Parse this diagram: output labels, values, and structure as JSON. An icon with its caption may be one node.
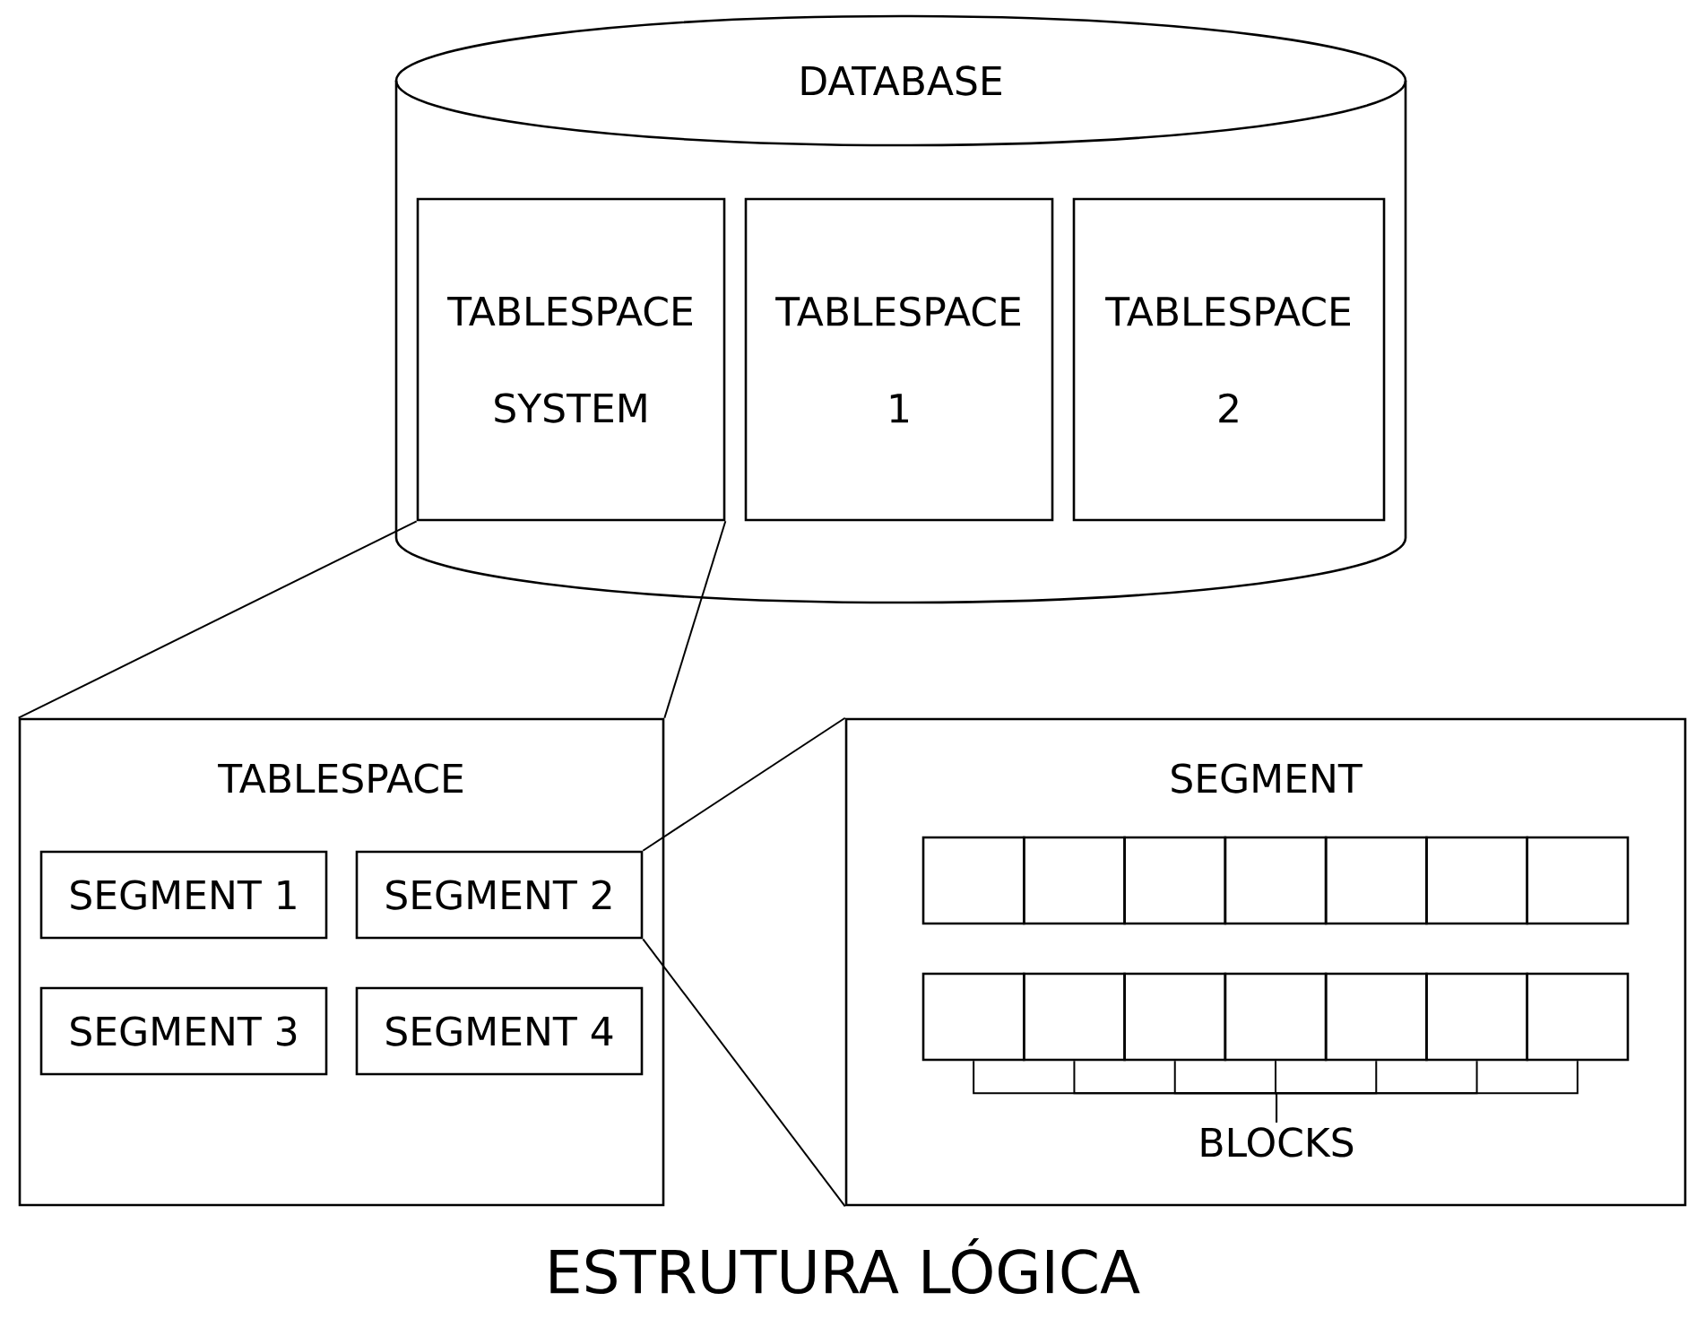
{
  "diagram": {
    "caption": "ESTRUTURA LÓGICA",
    "nodes": [
      {
        "text": [
          "DATABASE"
        ]
      },
      {
        "text": [
          "TABLESPACE SYSTEM"
        ],
        "in": 0
      },
      {
        "text": [
          "TABLESPACE 1"
        ],
        "in": 0
      },
      {
        "text": [
          "TABLESPACE 2"
        ],
        "in": 0
      },
      {
        "text": [
          "TABLESPACE"
        ]
      },
      {
        "text": [
          "SEGMENT 1"
        ],
        "in": 4
      },
      {
        "text": [
          "SEGMENT 2"
        ],
        "in": 4
      },
      {
        "text": [
          "SEGMENT 3"
        ],
        "in": 4
      },
      {
        "text": [
          "SEGMENT 4"
        ],
        "in": 4
      },
      {
        "text": [
          "SEGMENT"
        ]
      },
      {
        "text": [],
        "shape": "box",
        "in": 9
      },
      {
        "text": [],
        "shape": "box",
        "in": 9
      },
      {
        "text": [],
        "shape": "box",
        "in": 9
      },
      {
        "text": [],
        "shape": "box",
        "in": 9
      },
      {
        "text": [],
        "shape": "box",
        "in": 9
      },
      {
        "text": [],
        "shape": "box",
        "in": 9
      },
      {
        "text": [],
        "shape": "box",
        "in": 9
      },
      {
        "text": [],
        "shape": "box",
        "in": 9
      },
      {
        "text": [],
        "shape": "box",
        "in": 9
      },
      {
        "text": [],
        "shape": "box",
        "in": 9
      },
      {
        "text": [],
        "shape": "box",
        "in": 9
      },
      {
        "text": [],
        "shape": "box",
        "in": 9
      },
      {
        "text": [],
        "shape": "box",
        "in": 9
      },
      {
        "text": [],
        "shape": "box",
        "in": 9
      },
      {
        "text": [
          "BLOCKS"
        ],
        "in": 9
      }
    ],
    "edges": [
      {
        "from": 1,
        "to": 4,
        "arrow": "none"
      },
      {
        "from": 1,
        "to": 4,
        "arrow": "none"
      },
      {
        "from": 6,
        "to": 9,
        "arrow": "none"
      },
      {
        "from": 6,
        "to": 9,
        "arrow": "none"
      },
      {
        "from": 24,
        "to": 17,
        "arrow": "none"
      },
      {
        "from": 24,
        "to": 18,
        "arrow": "none"
      },
      {
        "from": 24,
        "to": 19,
        "arrow": "none"
      },
      {
        "from": 24,
        "to": 20,
        "arrow": "none"
      },
      {
        "from": 24,
        "to": 21,
        "arrow": "none"
      },
      {
        "from": 24,
        "to": 22,
        "arrow": "none"
      },
      {
        "from": 24,
        "to": 23,
        "arrow": "none"
      }
    ]
  }
}
